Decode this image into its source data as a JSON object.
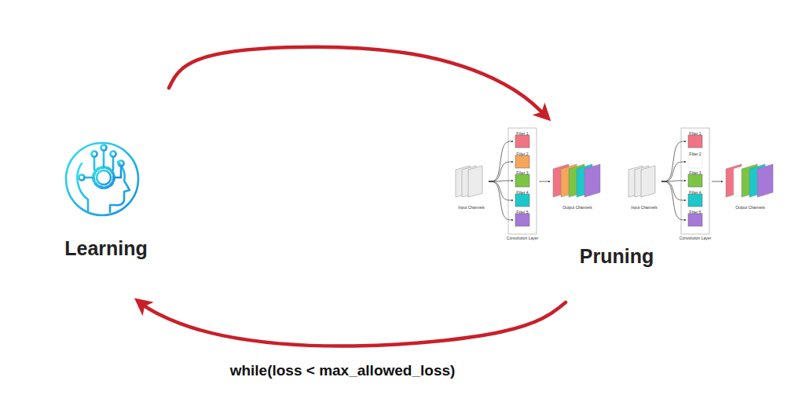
{
  "diagram": {
    "nodes": [
      {
        "text": [
          "Learning"
        ]
      },
      {
        "text": [
          "Pruning"
        ]
      }
    ],
    "edges": [
      {
        "from": 0,
        "to": 1,
        "arrow": "to"
      },
      {
        "from": 1,
        "to": 0,
        "arrow": "to",
        "label": "while(loss < max_allowed_loss)"
      }
    ],
    "labels": [
      "Filter 1",
      "Filter 2",
      "Filter 3",
      "Filter 4",
      "Filter 5",
      "Input Channels",
      "Output Channels",
      "Convolution Layer",
      "Filter 1",
      "Filter 2",
      "Filter 3",
      "Filter 4",
      "Filter 5",
      "Input Channels",
      "Output Channels",
      "Convolution Layer"
    ]
  }
}
